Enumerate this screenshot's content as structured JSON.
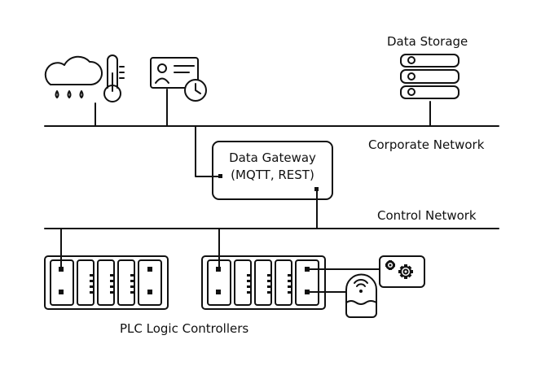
{
  "labels": {
    "data_storage": "Data Storage",
    "corporate_network": "Corporate Network",
    "control_network": "Control Network",
    "plc_controllers": "PLC Logic Controllers"
  },
  "gateway": {
    "title": "Data Gateway",
    "protocols": "(MQTT, REST)"
  },
  "icons": [
    "weather-cloud-rain-icon",
    "thermometer-icon",
    "employee-id-clock-icon",
    "database-server-icon",
    "gears-icon",
    "level-sensor-tank-icon"
  ],
  "colors": {
    "stroke": "#111111",
    "background": "#ffffff"
  }
}
